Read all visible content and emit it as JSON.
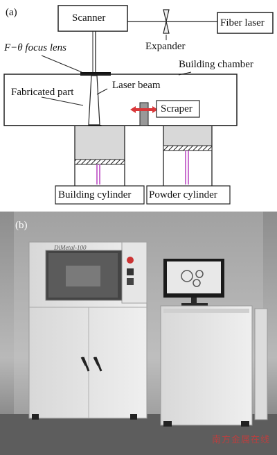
{
  "figure": {
    "panel_a": {
      "letter": "(a)",
      "labels": {
        "scanner": "Scanner",
        "fiber_laser": "Fiber laser",
        "expander": "Expander",
        "f_theta_lens": "F−θ focus lens",
        "building_chamber": "Building chamber",
        "laser_beam": "Laser beam",
        "fabricated_part": "Fabricated part",
        "scraper": "Scraper",
        "building_cylinder": "Building cylinder",
        "powder_cylinder": "Powder cylinder"
      },
      "colors": {
        "line": "#222222",
        "scraper_arrow": "#d9383a",
        "cylinder_fill": "#d8d8d8",
        "piston_rod": "#c96fcf",
        "part": "#111111"
      }
    },
    "panel_b": {
      "letter": "(b)",
      "machine_badge": "DiMetal-100",
      "watermark": "南方金属在线"
    }
  }
}
